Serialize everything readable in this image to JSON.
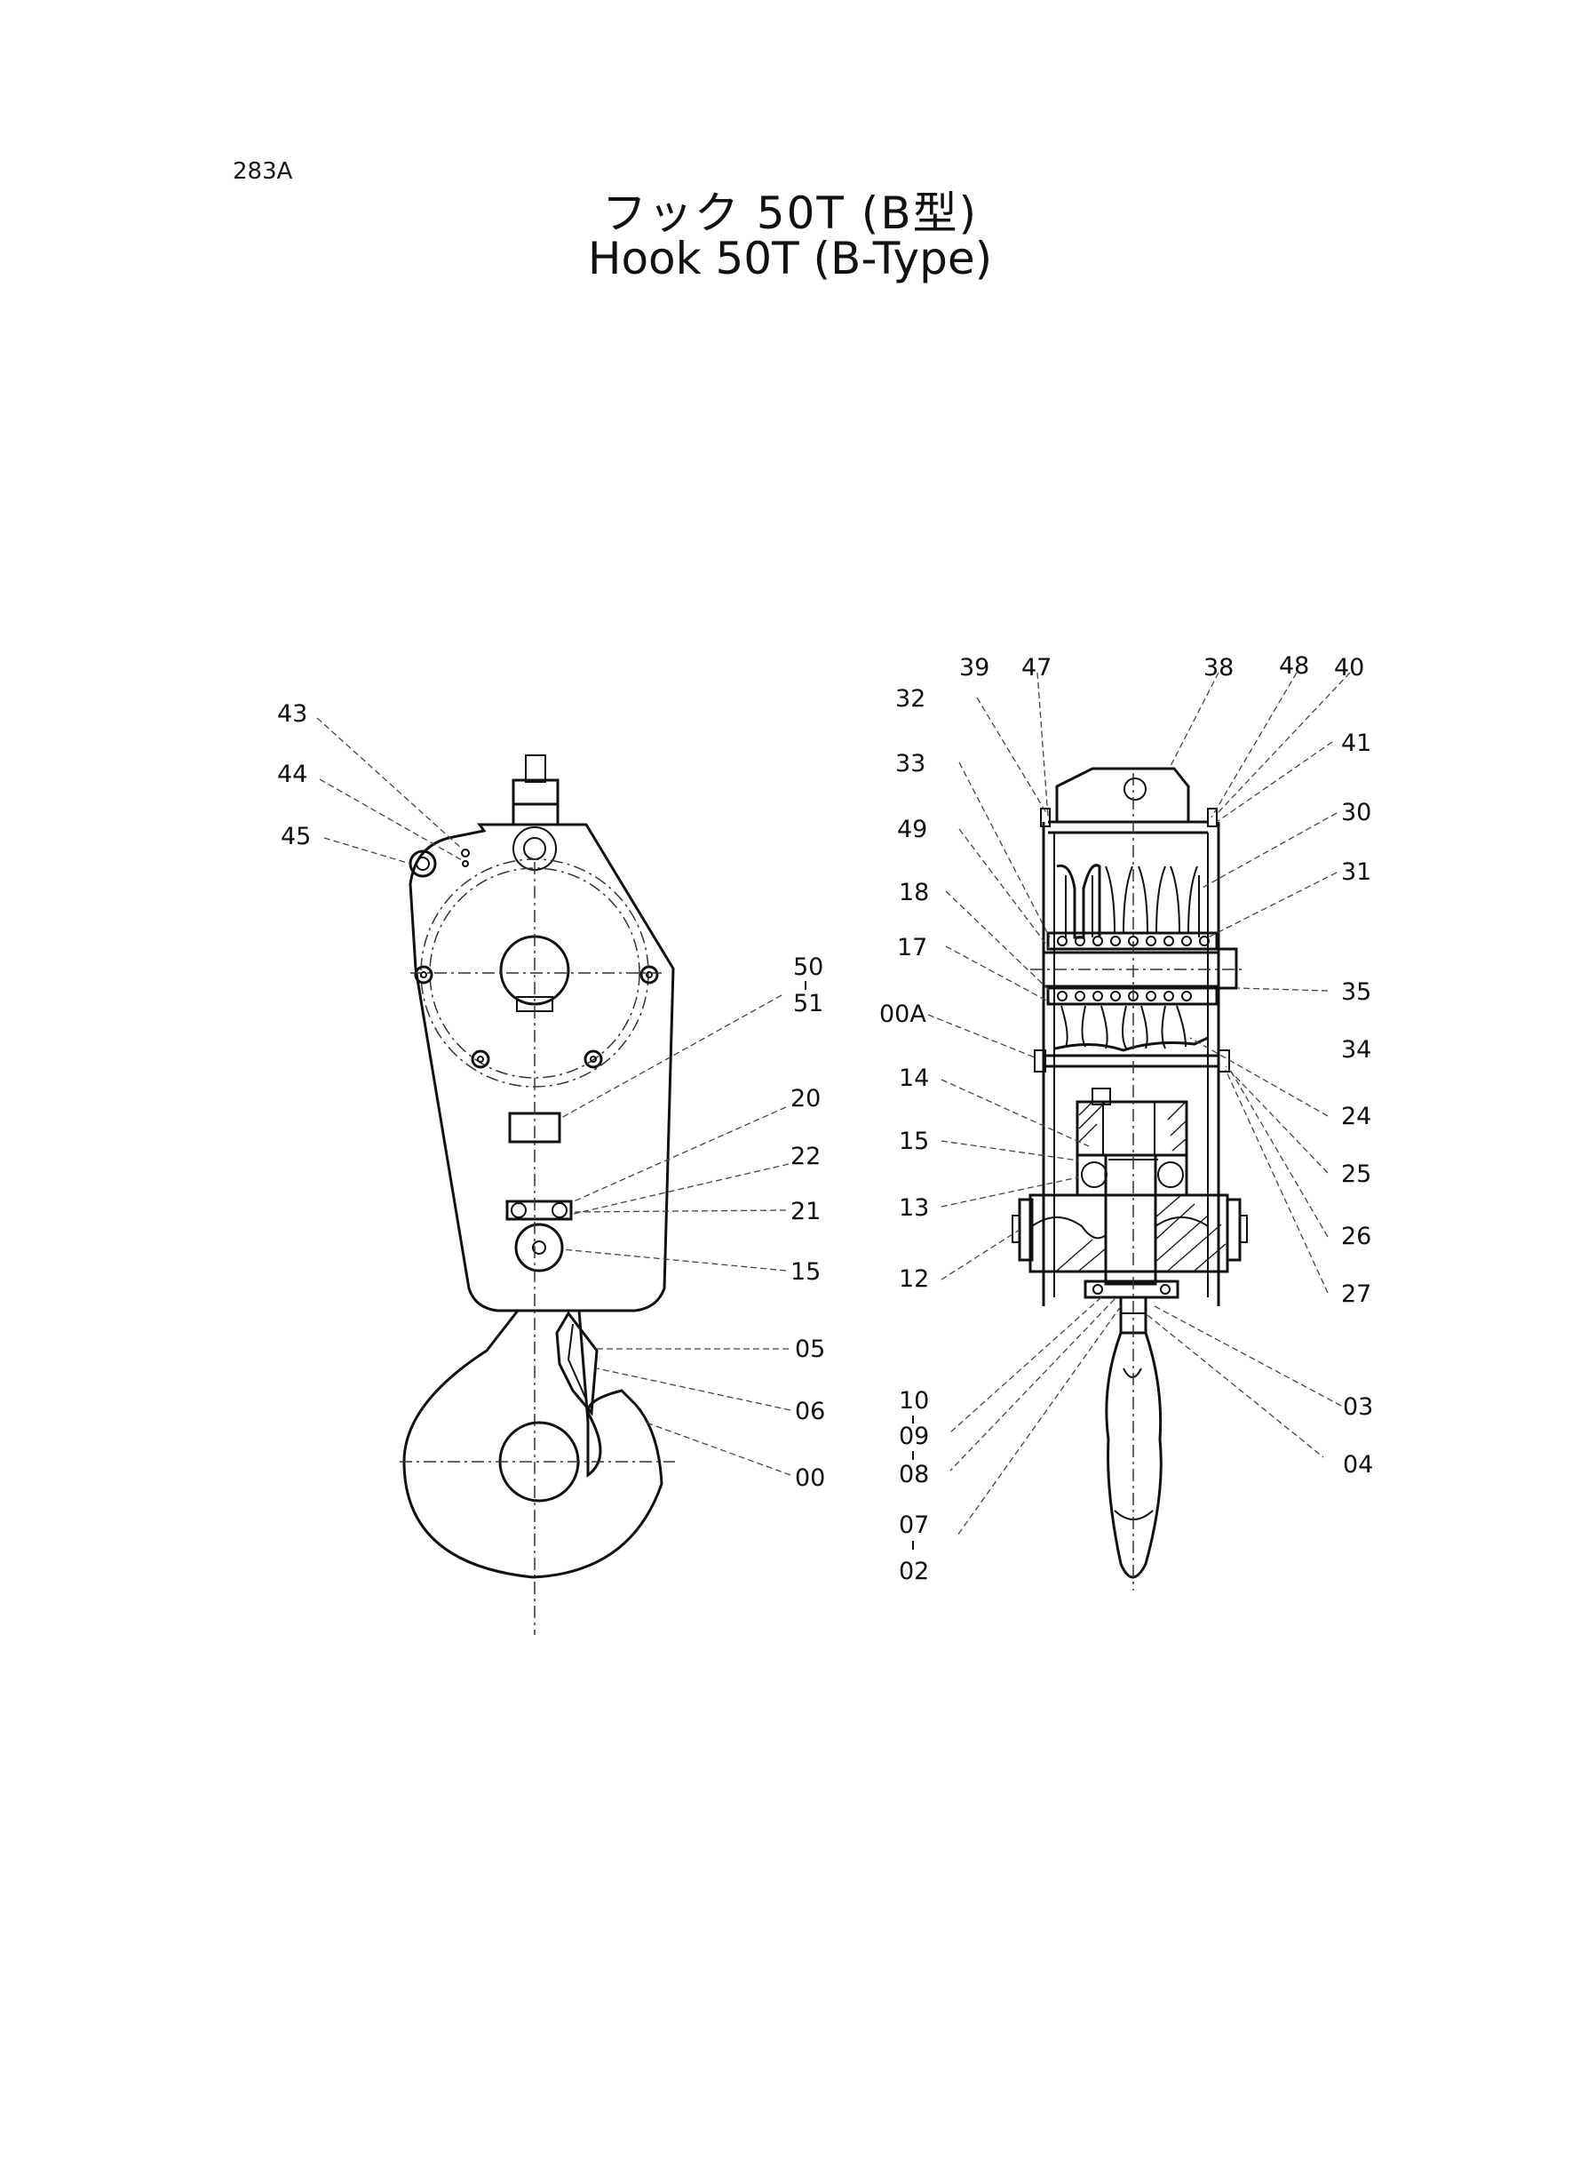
{
  "page_code": "283A",
  "title_jp": "フック 50T (B型)",
  "title_en": "Hook 50T (B-Type)",
  "left_view_labels": [
    "43",
    "44",
    "45",
    "50",
    "51",
    "20",
    "22",
    "21",
    "15",
    "05",
    "06",
    "00"
  ],
  "right_view_labels": [
    "39",
    "47",
    "38",
    "48",
    "40",
    "32",
    "41",
    "33",
    "30",
    "49",
    "31",
    "18",
    "17",
    "35",
    "00A",
    "34",
    "14",
    "24",
    "15",
    "25",
    "13",
    "26",
    "12",
    "27",
    "10",
    "09",
    "08",
    "03",
    "04",
    "07",
    "02"
  ]
}
